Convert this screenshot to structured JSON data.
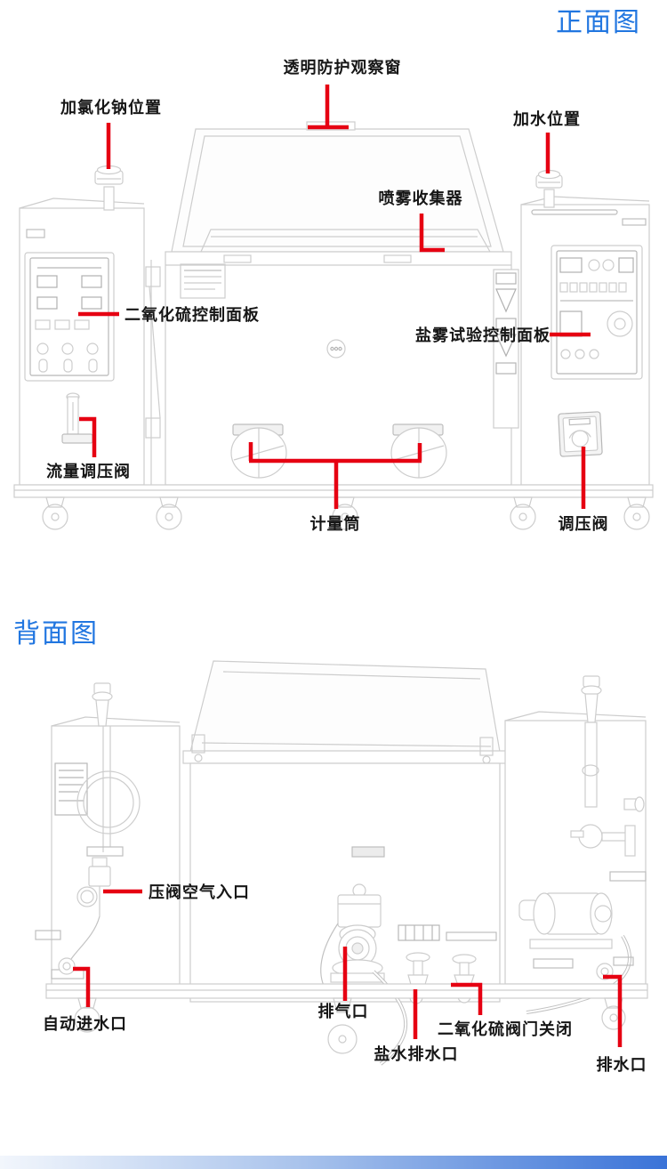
{
  "front_view": {
    "title": "正面图",
    "labels": {
      "observation_window": "透明防护观察窗",
      "nacl_position": "加氯化钠位置",
      "water_position": "加水位置",
      "spray_collector": "喷雾收集器",
      "so2_panel": "二氧化硫控制面板",
      "salt_spray_panel": "盐雾试验控制面板",
      "flow_regulator": "流量调压阀",
      "measuring_cylinder": "计量筒",
      "pressure_regulator": "调压阀"
    }
  },
  "back_view": {
    "title": "背面图",
    "labels": {
      "air_inlet": "压阀空气入口",
      "auto_water_inlet": "自动进水口",
      "exhaust_port": "排气口",
      "salt_water_drain": "盐水排水口",
      "so2_valve_closed": "二氧化硫阀门关闭",
      "drain_port": "排水口"
    }
  },
  "colors": {
    "title_blue": "#2176e0",
    "callout_red": "#e60012",
    "drawing_gray": "#cdcdcd",
    "bottom_bar_start": "#f2f6fc",
    "bottom_bar_end": "#3a73d8"
  }
}
